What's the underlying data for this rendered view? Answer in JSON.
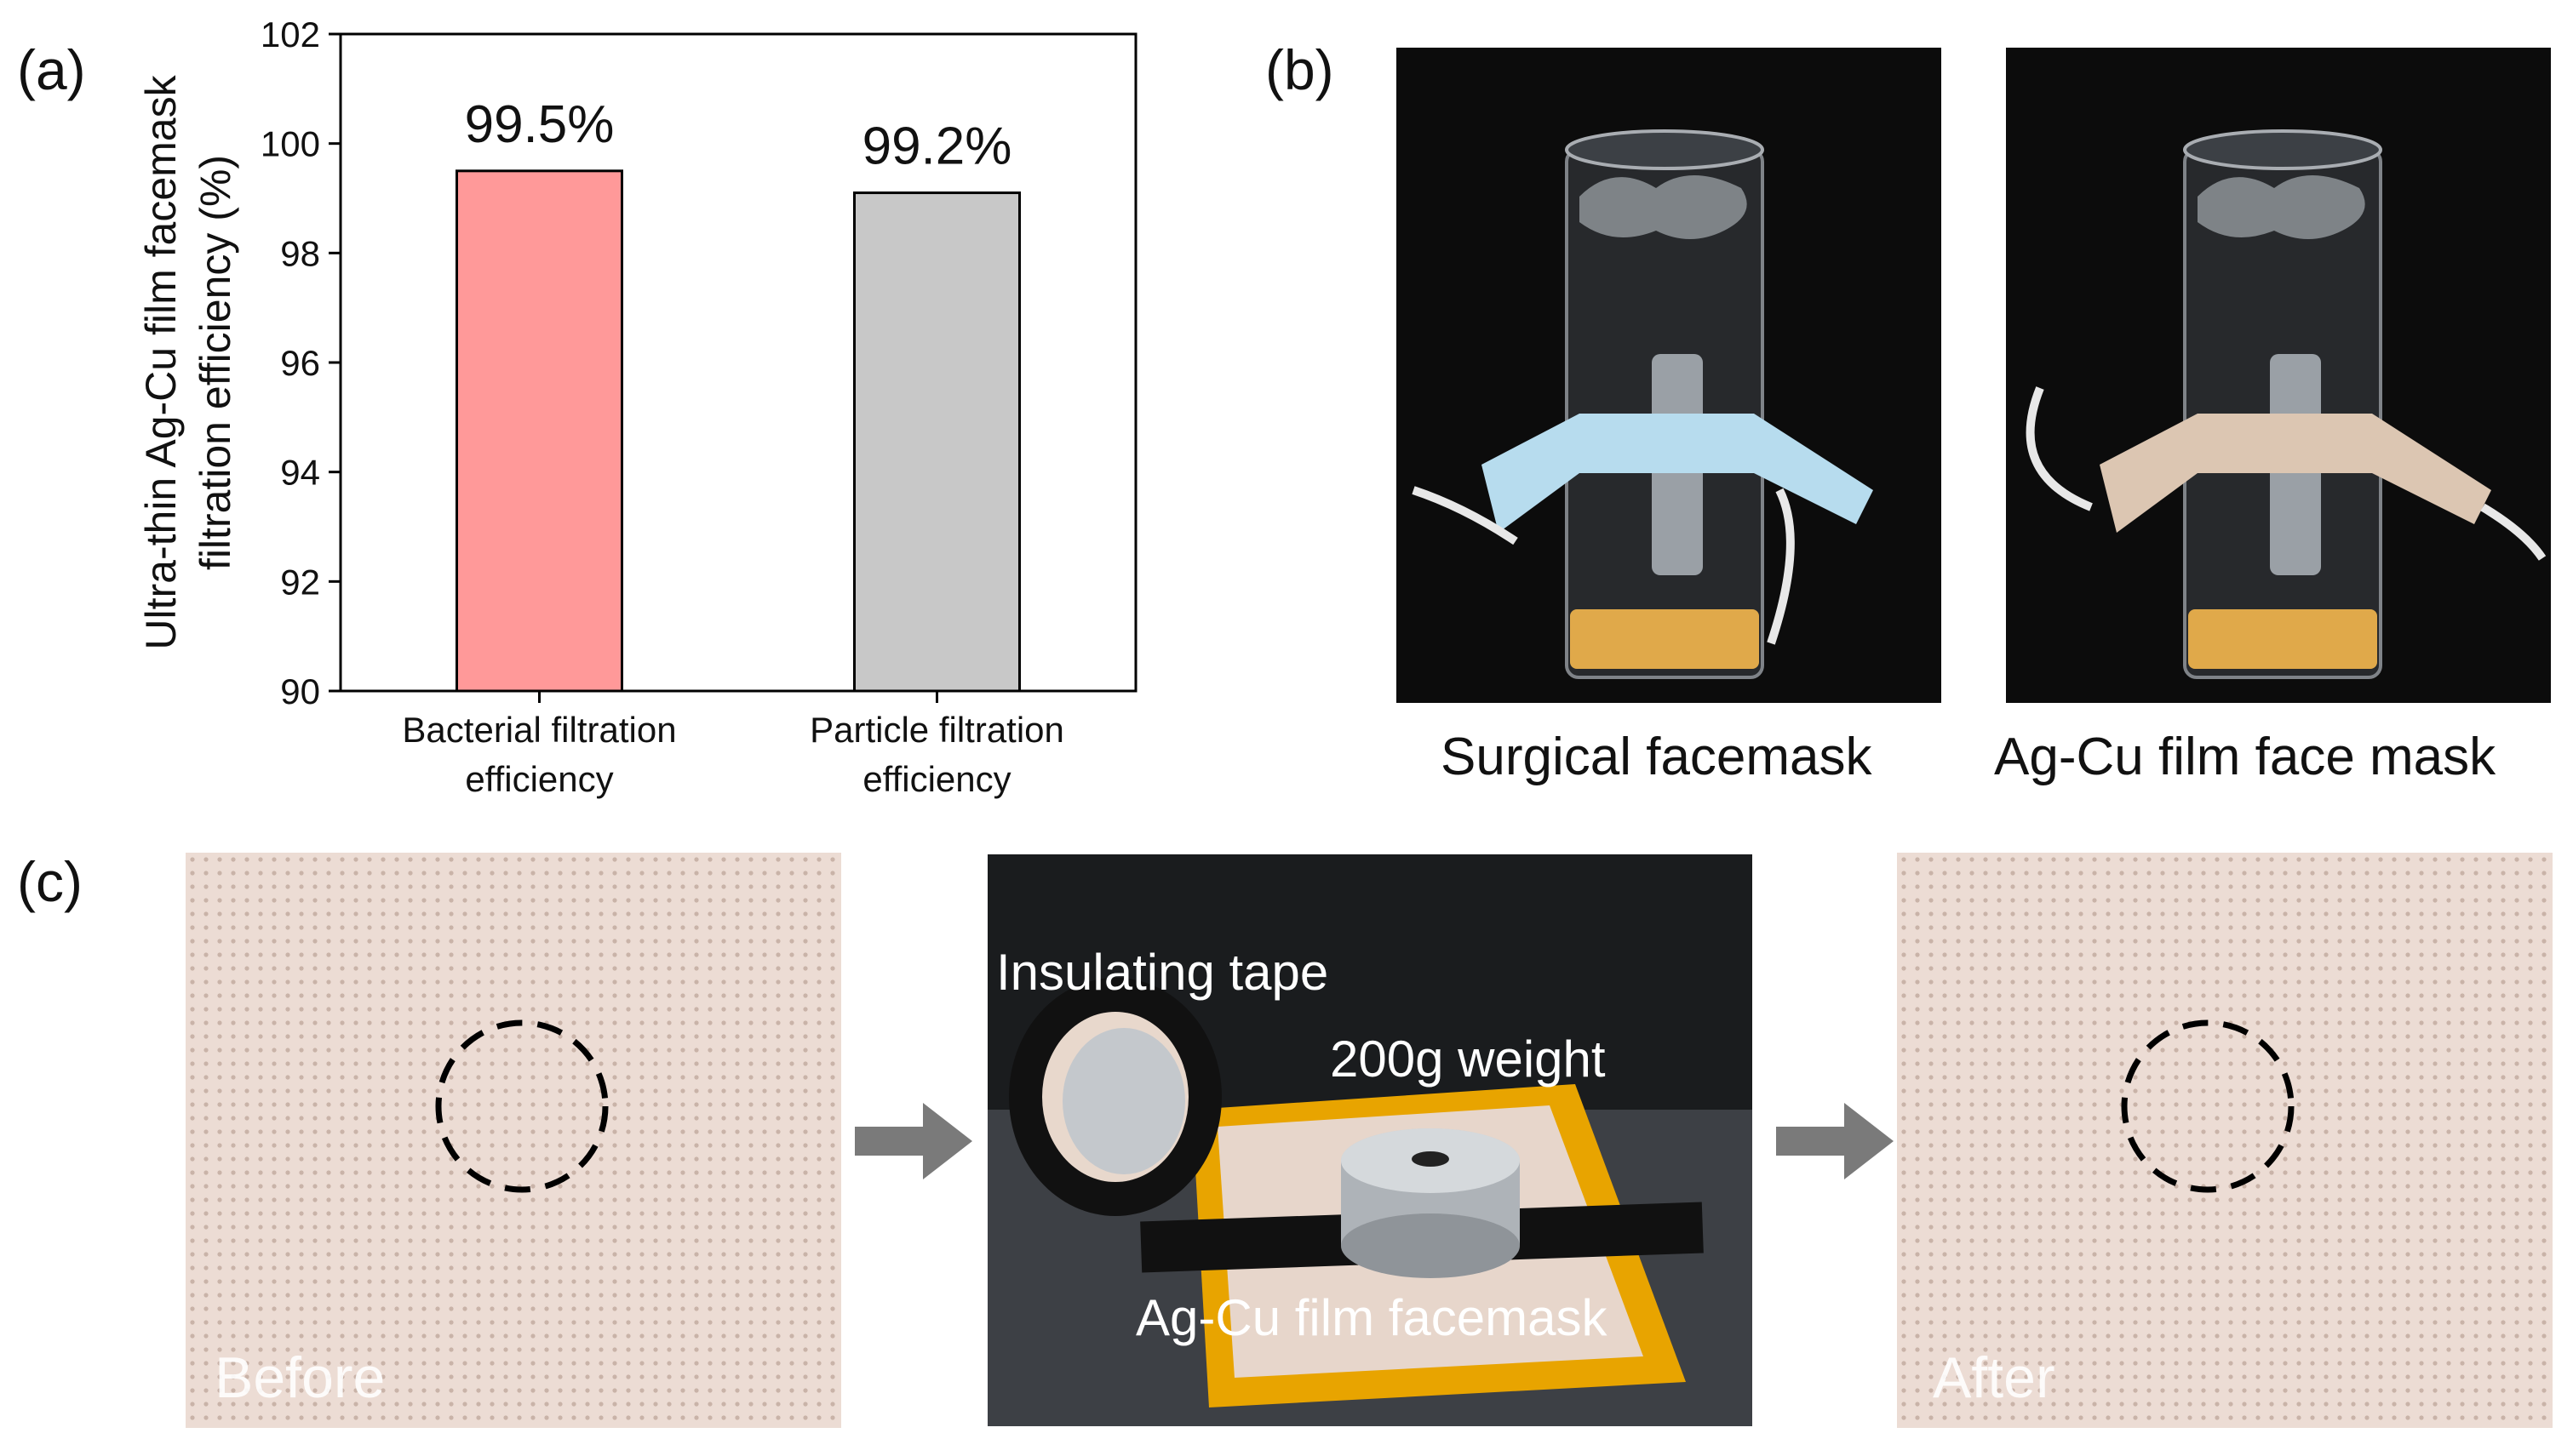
{
  "panels": {
    "a": "(a)",
    "b": "(b)",
    "c": "(c)"
  },
  "chart_data": {
    "type": "bar",
    "categories": [
      [
        "Bacterial filtration",
        "efficiency"
      ],
      [
        "Particle filtration",
        "efficiency"
      ]
    ],
    "values": [
      99.5,
      99.1
    ],
    "data_labels": [
      "99.5%",
      "99.2%"
    ],
    "bar_colors": [
      "#ff9999",
      "#c8c8c8"
    ],
    "ylabel": [
      "Ultra-thin Ag-Cu film facemask",
      "filtration efficiency (%)"
    ],
    "ylim": [
      90,
      102
    ],
    "yticks": [
      90,
      92,
      94,
      96,
      98,
      100,
      102
    ],
    "grid": false,
    "legend": "none"
  },
  "panel_b": {
    "left_caption": "Surgical facemask",
    "right_caption": "Ag-Cu film face mask"
  },
  "panel_c": {
    "before_label": "Before",
    "after_label": "After",
    "tape_label": "Insulating tape",
    "weight_label": "200g weight",
    "mask_label": "Ag-Cu film facemask"
  },
  "colors": {
    "fabric": "#ecdcd4",
    "fabric_dot": "#c9b3a8",
    "photo_bg": "#0c0c0c",
    "mask_blue": "#b7dcee",
    "mask_beige": "#dcc6b2",
    "liquid": "#e0a94a",
    "kapton": "#e8a400",
    "arrow": "#7a7a7a"
  }
}
